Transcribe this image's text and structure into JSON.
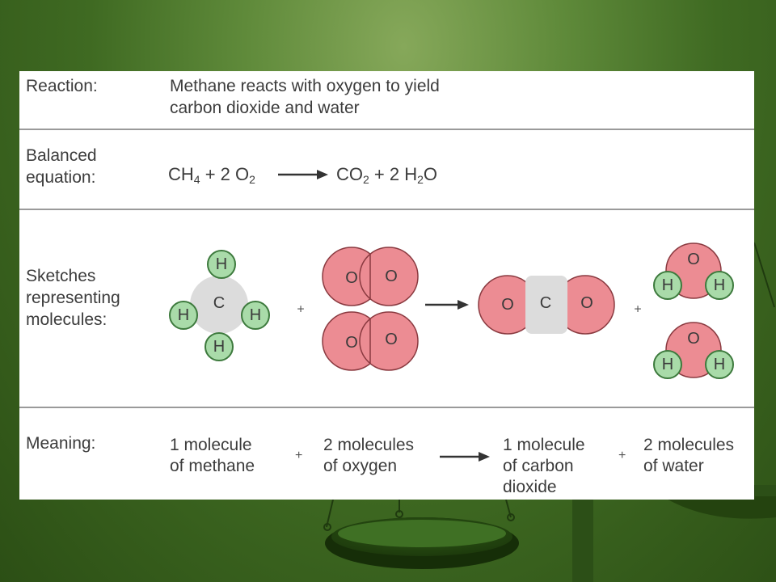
{
  "rows": {
    "reaction": {
      "label": "Reaction:",
      "text_line1": "Methane reacts with oxygen to yield",
      "text_line2": "carbon dioxide and water"
    },
    "equation": {
      "label_line1": "Balanced",
      "label_line2": "equation:",
      "lhs_ch": "CH",
      "lhs_ch_sub": "4",
      "lhs_plus_o2": " + 2 O",
      "lhs_o2_sub": "2",
      "rhs_co": "CO",
      "rhs_co_sub": "2",
      "rhs_plus_h": " + 2 H",
      "rhs_h_sub": "2",
      "rhs_o": "O"
    },
    "sketches": {
      "label_line1": "Sketches",
      "label_line2": "representing",
      "label_line3": "molecules:",
      "plus": "+"
    },
    "meaning": {
      "label": "Meaning:",
      "m1_line1": "1 molecule",
      "m1_line2": "of methane",
      "m2_line1": "2 molecules",
      "m2_line2": "of oxygen",
      "m3_line1": "1 molecule",
      "m3_line2": "of carbon",
      "m3_line3": "dioxide",
      "m4_line1": "2 molecules",
      "m4_line2": "of water",
      "plus": "+"
    }
  },
  "atoms": {
    "hydrogen": "H",
    "carbon": "C",
    "oxygen": "O"
  },
  "colors": {
    "hydrogen_fill": "#a9dba9",
    "hydrogen_stroke": "#3d7a3d",
    "carbon_fill": "#dcdcdc",
    "oxygen_fill": "#ec8c93",
    "oxygen_stroke": "#8a3a40"
  }
}
